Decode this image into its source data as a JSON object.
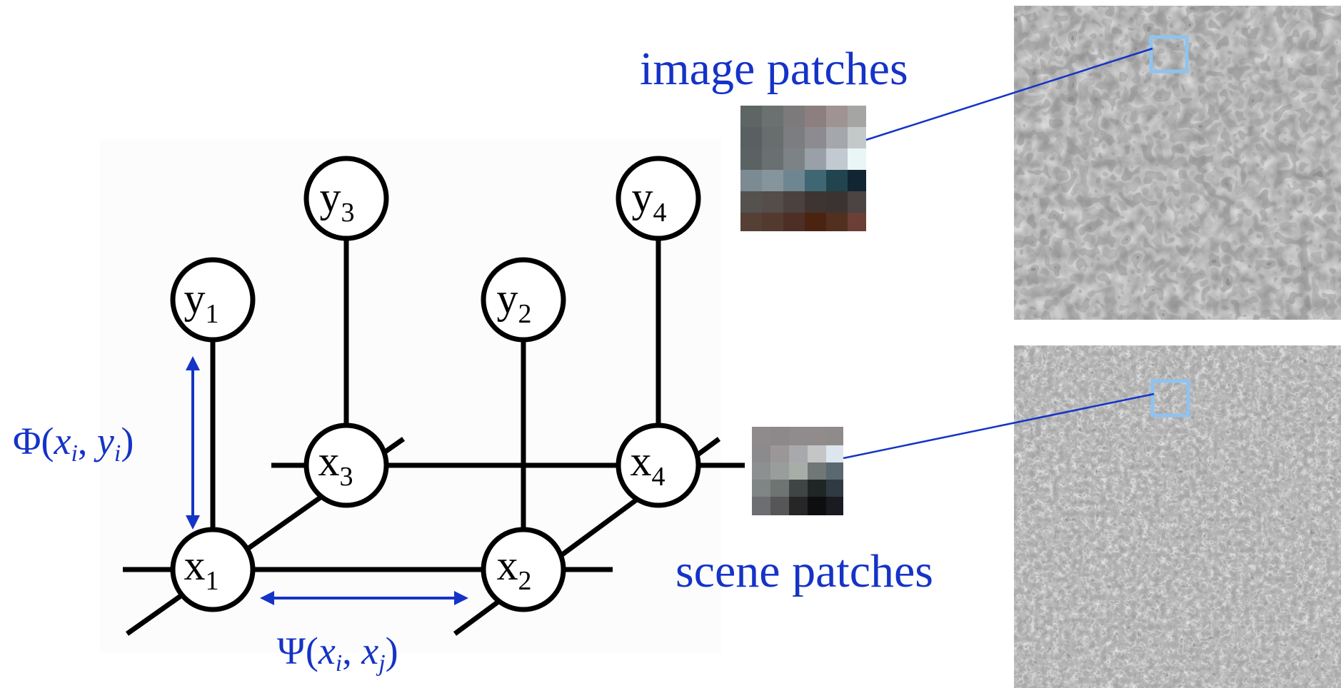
{
  "labels": {
    "image_patches": "image patches",
    "scene_patches": "scene patches"
  },
  "nodes": {
    "y1": {
      "letter": "y",
      "sub": "1"
    },
    "y2": {
      "letter": "y",
      "sub": "2"
    },
    "y3": {
      "letter": "y",
      "sub": "3"
    },
    "y4": {
      "letter": "y",
      "sub": "4"
    },
    "x1": {
      "letter": "x",
      "sub": "1"
    },
    "x2": {
      "letter": "x",
      "sub": "2"
    },
    "x3": {
      "letter": "x",
      "sub": "3"
    },
    "x4": {
      "letter": "x",
      "sub": "4"
    }
  },
  "phi": {
    "func": "Φ(",
    "a": "x",
    "a_sub": "i",
    "sep": ", ",
    "b": "y",
    "b_sub": "i",
    "close": ")"
  },
  "psi": {
    "func": "Ψ(",
    "a": "x",
    "a_sub": "i",
    "sep": ", ",
    "b": "x",
    "b_sub": "j",
    "close": ")"
  },
  "colors": {
    "text_blue": "#1533c7",
    "patch_box": "#8ec3f0",
    "edge": "#000000"
  }
}
